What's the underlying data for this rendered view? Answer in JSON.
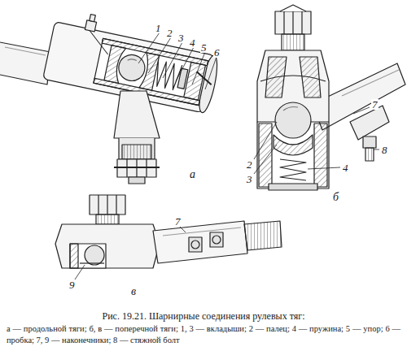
{
  "diagram": {
    "title": "Рис. 19.21. Шарнирные соединения рулевых тяг:",
    "caption": "а — продольной тяги; б, в — поперечной тяги; 1, 3 — вкладыши; 2 — палец; 4 — пружина; 5 — упор; 6 — пробка; 7, 9 — наконечники; 8 — стяжной болт",
    "labels": [
      "1",
      "2",
      "3",
      "4",
      "5",
      "6",
      "а",
      "8",
      "7",
      "2",
      "3",
      "4",
      "б",
      "7",
      "9",
      "в"
    ]
  }
}
